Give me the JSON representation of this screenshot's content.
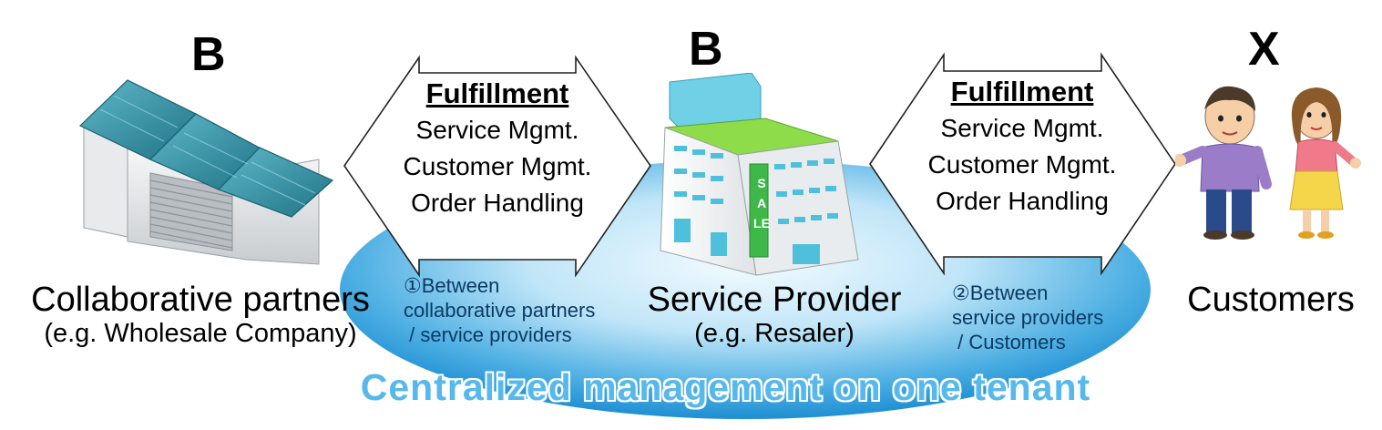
{
  "partner": {
    "role": "B",
    "name": "Collaborative partners",
    "example": "(e.g. Wholesale Company)"
  },
  "provider": {
    "role": "B",
    "name": "Service Provider",
    "example": "(e.g. Resaler)",
    "sale_sign": "SALE"
  },
  "customer": {
    "role": "X",
    "name": "Customers"
  },
  "arrow_left": {
    "title": "Fulfillment",
    "items": [
      "Service Mgmt.",
      "Customer Mgmt.",
      "Order Handling"
    ]
  },
  "arrow_right": {
    "title": "Fulfillment",
    "items": [
      "Service Mgmt.",
      "Customer Mgmt.",
      "Order Handling"
    ]
  },
  "between_left": {
    "lines": [
      "①Between",
      "collaborative partners",
      " / service providers"
    ]
  },
  "between_right": {
    "lines": [
      "②Between",
      "service providers",
      " / Customers"
    ]
  },
  "banner": "Centralized management on one tenant",
  "colors": {
    "ellipse_center": "#e8f6fd",
    "ellipse_edge": "#2a9ad8",
    "banner_text": "#57b8ec",
    "between_text": "#0b3a64",
    "roof": "#2a8aa0",
    "sale_green": "#3fb84a"
  }
}
